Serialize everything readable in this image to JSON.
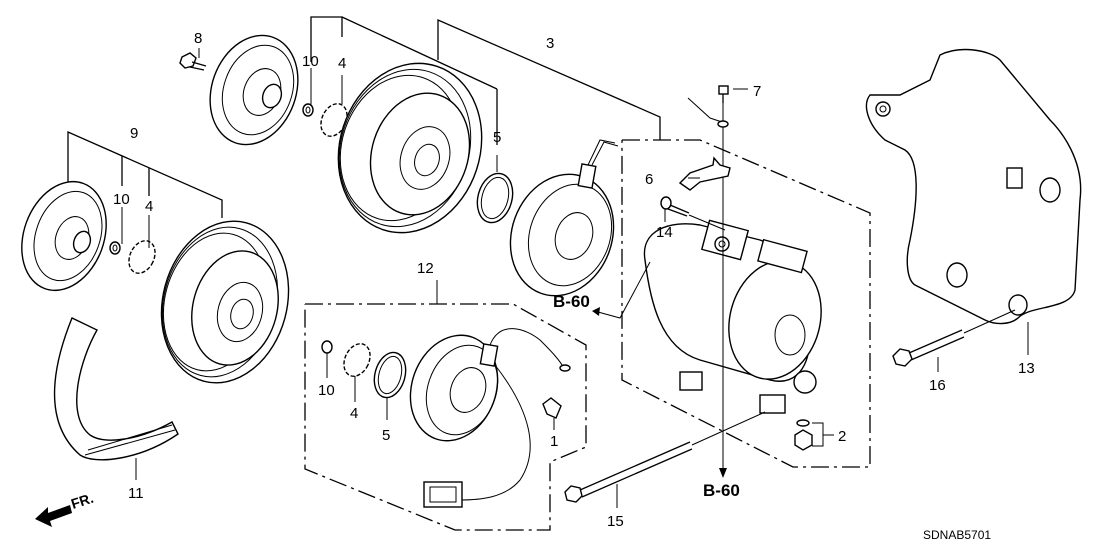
{
  "diagram": {
    "title": "A/C Compressor parts diagram",
    "drawing_code": "SDNAB5701",
    "direction_label": "FR.",
    "reference_labels": [
      "B-60",
      "B-60"
    ],
    "callouts": {
      "c1": "1",
      "c2": "2",
      "c3": "3",
      "c4a": "4",
      "c4b": "4",
      "c4c": "4",
      "c5a": "5",
      "c5b": "5",
      "c6": "6",
      "c7": "7",
      "c8": "8",
      "c9": "9",
      "c10a": "10",
      "c10b": "10",
      "c10c": "10",
      "c11": "11",
      "c12": "12",
      "c13": "13",
      "c14": "14",
      "c15": "15",
      "c16": "16"
    },
    "parts": [
      {
        "no": "1",
        "name": "thermal-protector"
      },
      {
        "no": "2",
        "name": "relief-valve-and-washer"
      },
      {
        "no": "3",
        "name": "compressor-assembly"
      },
      {
        "no": "4",
        "name": "shim"
      },
      {
        "no": "5",
        "name": "snap-ring"
      },
      {
        "no": "6",
        "name": "wire-bracket"
      },
      {
        "no": "7",
        "name": "bolt"
      },
      {
        "no": "8",
        "name": "armature-bolt"
      },
      {
        "no": "9",
        "name": "clutch-set"
      },
      {
        "no": "10",
        "name": "washer"
      },
      {
        "no": "11",
        "name": "drive-belt"
      },
      {
        "no": "12",
        "name": "field-coil-set"
      },
      {
        "no": "13",
        "name": "compressor-bracket"
      },
      {
        "no": "14",
        "name": "bolt"
      },
      {
        "no": "15",
        "name": "flange-bolt"
      },
      {
        "no": "16",
        "name": "flange-bolt"
      }
    ],
    "colors": {
      "ink": "#000000",
      "paper": "#ffffff"
    }
  }
}
